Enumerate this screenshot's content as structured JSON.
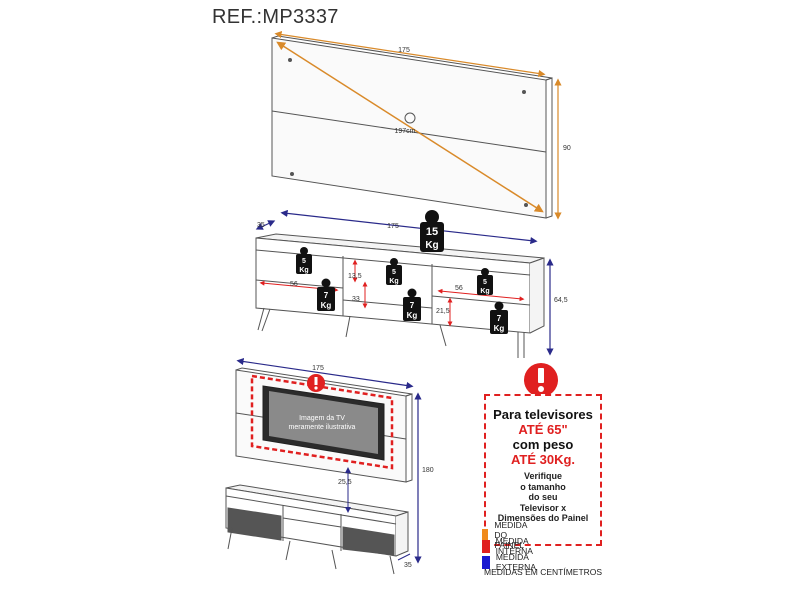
{
  "reference": "REF.:MP3337",
  "panel": {
    "width": "175",
    "height": "90",
    "diagonal": "197cm"
  },
  "rack": {
    "depth": "35",
    "width": "175",
    "height": "64,5",
    "top_load": {
      "value": "15",
      "unit": "Kg"
    },
    "shelf_loads": [
      {
        "value": "5",
        "unit": "Kg"
      },
      {
        "value": "5",
        "unit": "Kg"
      },
      {
        "value": "5",
        "unit": "Kg"
      },
      {
        "value": "7",
        "unit": "Kg"
      },
      {
        "value": "7",
        "unit": "Kg"
      },
      {
        "value": "7",
        "unit": "Kg"
      }
    ],
    "inner": {
      "niche_width_left": "56",
      "niche_width_right": "56",
      "niche_height": "13,5",
      "middle_height": "33",
      "right_lower_height": "21,5"
    }
  },
  "assembly": {
    "width": "175",
    "height": "180",
    "gap": "25,5",
    "depth": "35",
    "tv_caption": [
      "Imagem da TV",
      "meramente ilustrativa"
    ]
  },
  "notice": {
    "line1": "Para televisores",
    "line2": "ATÉ 65\"",
    "line3": "com peso",
    "line4": "ATÉ 30Kg.",
    "small": [
      "Verifique",
      "o tamanho",
      "do seu",
      "Televisor x",
      "Dimensões do Painel"
    ]
  },
  "legend": {
    "items": [
      {
        "label": "MEDIDA DO PAINEL",
        "color": "#f08a1c"
      },
      {
        "label": "MEDIDA INTERNA",
        "color": "#e02020"
      },
      {
        "label": "MEDIDA EXTERNA",
        "color": "#1a1ad0"
      }
    ],
    "footer": "MEDIDAS EM CENTÍMETROS"
  },
  "colors": {
    "outline": "#444444",
    "warning": "#e02020",
    "diagonal": "#d98a2a",
    "dimension_line": "#2a2a8a"
  }
}
